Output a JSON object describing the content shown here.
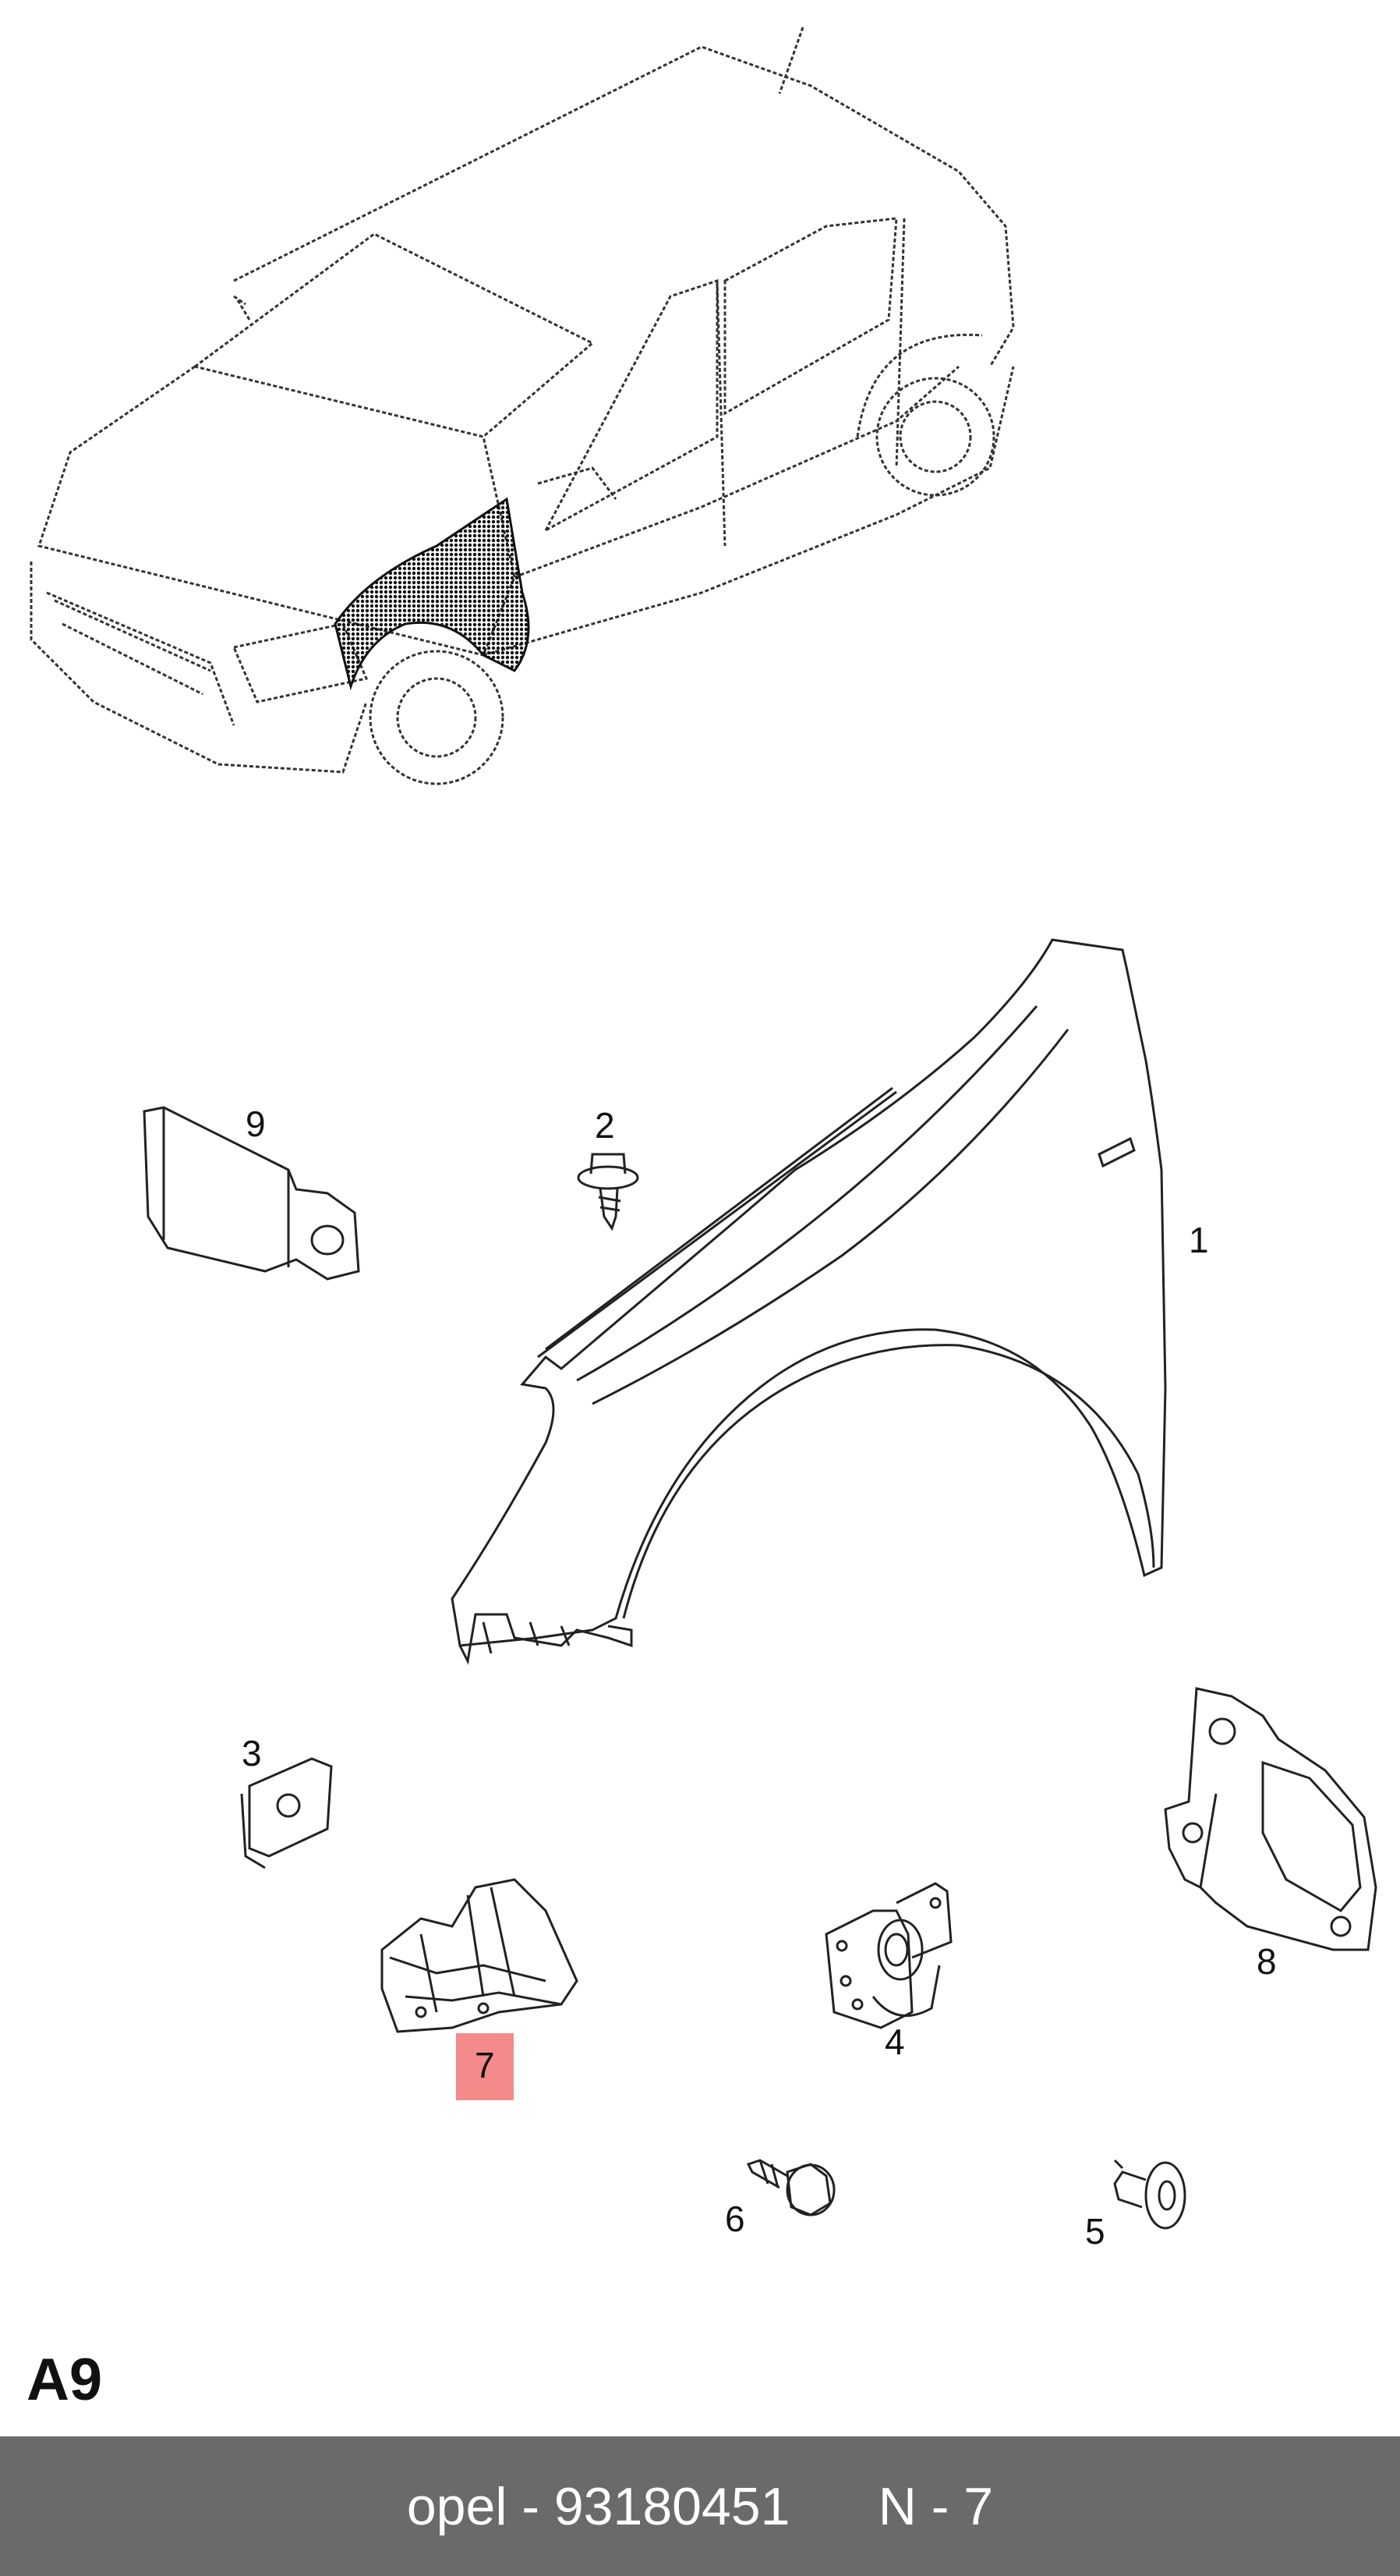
{
  "callouts": {
    "c1": "1",
    "c2": "2",
    "c3": "3",
    "c4": "4",
    "c5": "5",
    "c6": "6",
    "c7": "7",
    "c8": "8",
    "c9": "9"
  },
  "highlighted_callout": "7",
  "section_code": "A9",
  "footer": {
    "brand": "opel",
    "separator": " - ",
    "part_number": "93180451",
    "position": "N - 7"
  },
  "colors": {
    "highlight": "#f48a8a",
    "footer_bg": "#6a6a6a",
    "footer_text": "#ffffff",
    "line": "#222222"
  }
}
